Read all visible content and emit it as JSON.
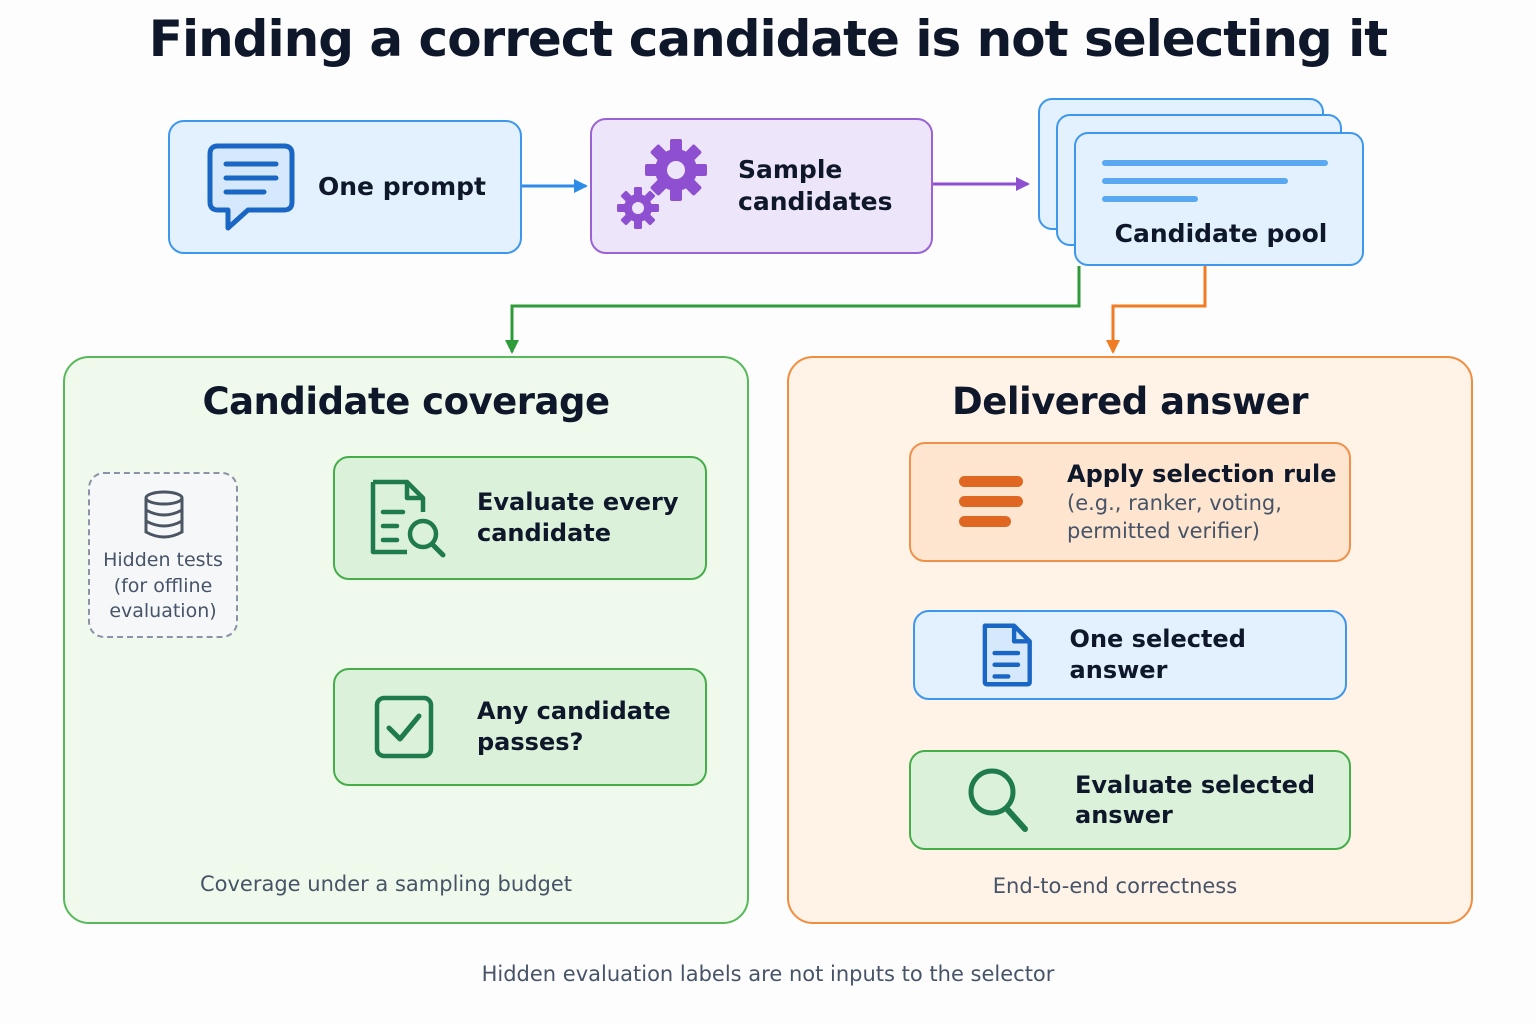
{
  "title": "Finding a correct candidate is not selecting it",
  "top_row": {
    "prompt_label": "One prompt",
    "sample_label_line1": "Sample",
    "sample_label_line2": "candidates",
    "pool_label": "Candidate pool"
  },
  "coverage_panel": {
    "title": "Candidate coverage",
    "hidden_tests_line1": "Hidden tests",
    "hidden_tests_line2": "(for offline",
    "hidden_tests_line3": "evaluation)",
    "evaluate_line1": "Evaluate every",
    "evaluate_line2": "candidate",
    "passes_line1": "Any candidate",
    "passes_line2": "passes?",
    "caption": "Coverage under a sampling budget"
  },
  "delivered_panel": {
    "title": "Delivered answer",
    "rule_label": "Apply selection rule",
    "rule_sub_line1": "(e.g., ranker, voting,",
    "rule_sub_line2": "permitted verifier)",
    "selected_label": "One selected answer",
    "evaluate_line1": "Evaluate selected",
    "evaluate_line2": "answer",
    "caption": "End-to-end correctness"
  },
  "footer_note": "Hidden evaluation labels are not inputs to the selector",
  "colors": {
    "blue": "#3d97ec",
    "purple": "#9b62d6",
    "green": "#46ad4b",
    "orange": "#f0914b",
    "dark_green_icon": "#1f7a4d",
    "dark_blue_icon": "#1a66c4"
  },
  "icons": {
    "prompt": "chat-bubble-icon",
    "sample": "gears-icon",
    "pool": "stacked-cards-icon",
    "hidden_tests": "database-icon",
    "evaluate_every": "document-search-icon",
    "passes": "checkbox-icon",
    "selection_rule": "list-bars-icon",
    "selected_answer": "document-icon",
    "evaluate_selected": "magnifier-icon"
  }
}
